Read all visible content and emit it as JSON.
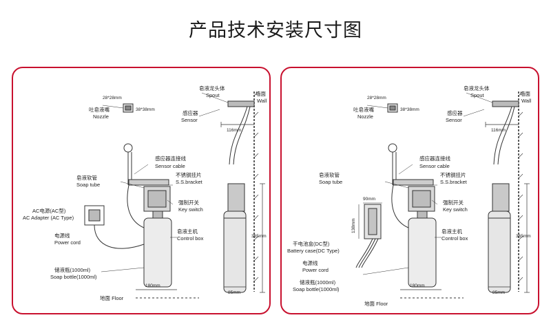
{
  "title": "产品技术安装尺寸图",
  "colors": {
    "frame": "#c8102e",
    "line": "#333333"
  },
  "left": {
    "spout_cn": "皂液龙头体",
    "spout_en": "Spout",
    "wall_cn": "墙面",
    "wall_en": "Wall",
    "dim_nozzle_a": "28*28mm",
    "dim_nozzle_b": "38*38mm",
    "nozzle_cn": "吐皂液嘴",
    "nozzle_en": "Nozzle",
    "sensor_cn": "感应器",
    "sensor_en": "Sensor",
    "dim_116": "116mm",
    "sensor_cable_cn": "感应器连接线",
    "sensor_cable_en": "Sensor cable",
    "soap_tube_cn": "皂液软管",
    "soap_tube_en": "Soap tube",
    "bracket_cn": "不锈钢挂片",
    "bracket_en": "S.S.bracket",
    "ac_cn": "AC电源(AC型)",
    "ac_en": "AC Adapter (AC Type)",
    "key_cn": "强制开关",
    "key_en": "Key switch",
    "control_cn": "皂液主机",
    "control_en": "Control box",
    "power_cn": "电源线",
    "power_en": "Power cord",
    "bottle_cn": "储液瓶(1000ml)",
    "bottle_en": "Soap bottle(1000ml)",
    "dim_180": "180mm",
    "dim_85": "85mm",
    "dim_365": "365mm",
    "floor": "地面 Floor"
  },
  "right": {
    "spout_cn": "皂液龙头体",
    "spout_en": "Spout",
    "wall_cn": "墙面",
    "wall_en": "Wall",
    "dim_nozzle_a": "28*28mm",
    "dim_nozzle_b": "38*38mm",
    "nozzle_cn": "吐皂液嘴",
    "nozzle_en": "Nozzle",
    "sensor_cn": "感应器",
    "sensor_en": "Sensor",
    "dim_116": "116mm",
    "sensor_cable_cn": "感应器连接线",
    "sensor_cable_en": "Sensor cable",
    "soap_tube_cn": "皂液软管",
    "soap_tube_en": "Soap tube",
    "bracket_cn": "不锈钢挂片",
    "bracket_en": "S.S.bracket",
    "dim_90": "90mm",
    "dim_138": "138mm",
    "key_cn": "强制开关",
    "key_en": "Key switch",
    "battery_cn": "干电池盒(DC型)",
    "battery_en": "Battery case(DC Type)",
    "control_cn": "皂液主机",
    "control_en": "Control box",
    "power_cn": "电源线",
    "power_en": "Power cord",
    "bottle_cn": "储液瓶(1000ml)",
    "bottle_en": "Soap bottle(1000ml)",
    "dim_180": "180mm",
    "dim_85": "85mm",
    "dim_365": "365mm",
    "floor": "地面 Floor"
  }
}
